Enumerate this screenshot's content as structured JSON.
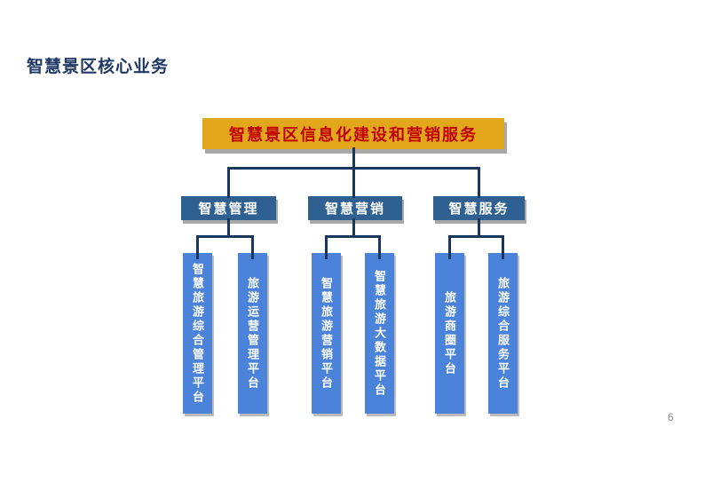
{
  "slide": {
    "title": "智慧景区核心业务",
    "page_number": "6"
  },
  "org_chart": {
    "root": {
      "label": "智慧景区信息化建设和营销服务"
    },
    "branches": [
      {
        "label": "智慧管理",
        "platforms": [
          "智慧旅游综合管理平台",
          "旅游运营管理平台"
        ]
      },
      {
        "label": "智慧营销",
        "platforms": [
          "智慧旅游营销平台",
          "智慧旅游大数据平台"
        ]
      },
      {
        "label": "智慧服务",
        "platforms": [
          "旅游商圈平台",
          "旅游综合服务平台"
        ]
      }
    ]
  },
  "colors": {
    "title-text": "#1F3864",
    "root-fill": "#E2A71A",
    "root-text": "#C00000",
    "branch-fill": "#2E6191",
    "leaf-fill": "#4B83DB",
    "connector": "#17375E",
    "shadow": "#A8A8A8",
    "page-number-text": "#8C8C8C"
  }
}
